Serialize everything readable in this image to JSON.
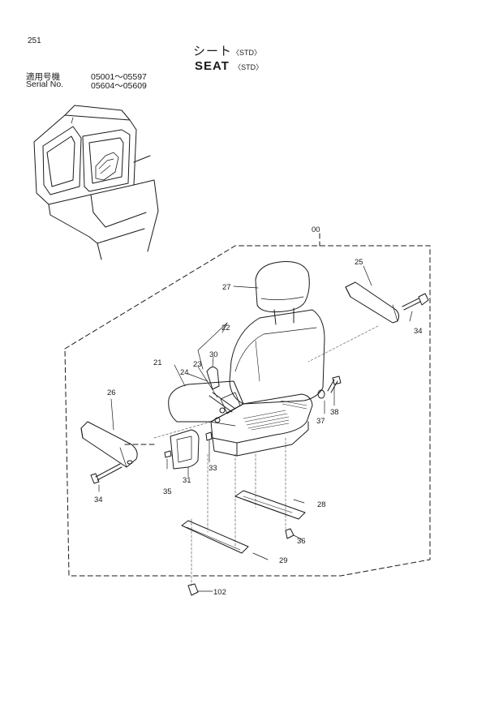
{
  "header": {
    "page_number": "251",
    "title_jp": "シート",
    "title_jp_sub": "〈STD〉",
    "title_en": "SEAT",
    "title_en_sub": "〈STD〉",
    "serial_jp_label": "適用号機",
    "serial_jp_value": "05001～05597",
    "serial_en_label": "Serial No.",
    "serial_en_value": "05604～05609"
  },
  "parts": {
    "p00": "00",
    "p21": "21",
    "p22": "22",
    "p23": "23",
    "p24": "24",
    "p25": "25",
    "p26": "26",
    "p27": "27",
    "p28": "28",
    "p29": "29",
    "p30": "30",
    "p31": "31",
    "p33": "33",
    "p34a": "34",
    "p34b": "34",
    "p35": "35",
    "p36": "36",
    "p37": "37",
    "p38": "38",
    "p102": "102"
  }
}
